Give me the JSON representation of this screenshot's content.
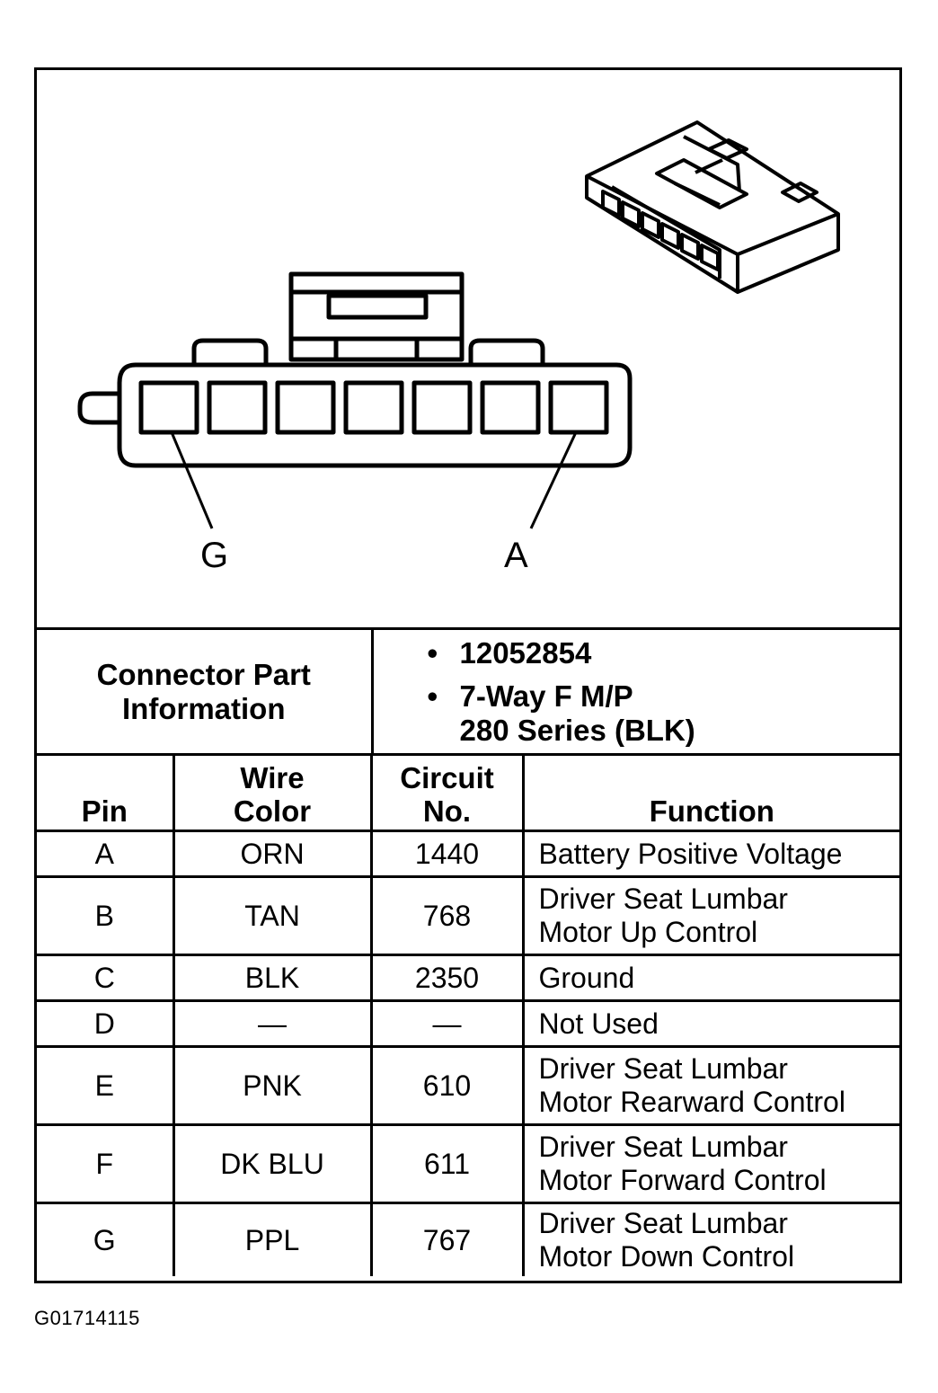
{
  "diagram": {
    "pin_label_left": "G",
    "pin_label_right": "A"
  },
  "connector_info": {
    "label_line1": "Connector Part",
    "label_line2": "Information",
    "part_number": "12052854",
    "desc_line1": "7-Way F M/P",
    "desc_line2": "280 Series (BLK)"
  },
  "pin_table": {
    "headers": {
      "pin": "Pin",
      "wire_color_line1": "Wire",
      "wire_color_line2": "Color",
      "circuit_line1": "Circuit",
      "circuit_line2": "No.",
      "function": "Function"
    },
    "rows": [
      {
        "pin": "A",
        "wire": "ORN",
        "circuit": "1440",
        "function_line1": "Battery Positive Voltage",
        "function_line2": ""
      },
      {
        "pin": "B",
        "wire": "TAN",
        "circuit": "768",
        "function_line1": "Driver Seat Lumbar",
        "function_line2": "Motor Up Control"
      },
      {
        "pin": "C",
        "wire": "BLK",
        "circuit": "2350",
        "function_line1": "Ground",
        "function_line2": ""
      },
      {
        "pin": "D",
        "wire": "—",
        "circuit": "—",
        "function_line1": "Not Used",
        "function_line2": ""
      },
      {
        "pin": "E",
        "wire": "PNK",
        "circuit": "610",
        "function_line1": "Driver Seat Lumbar",
        "function_line2": "Motor Rearward Control"
      },
      {
        "pin": "F",
        "wire": "DK BLU",
        "circuit": "611",
        "function_line1": "Driver Seat Lumbar",
        "function_line2": "Motor Forward Control"
      },
      {
        "pin": "G",
        "wire": "PPL",
        "circuit": "767",
        "function_line1": "Driver Seat Lumbar",
        "function_line2": "Motor Down Control"
      }
    ]
  },
  "figure_id": "G01714115"
}
